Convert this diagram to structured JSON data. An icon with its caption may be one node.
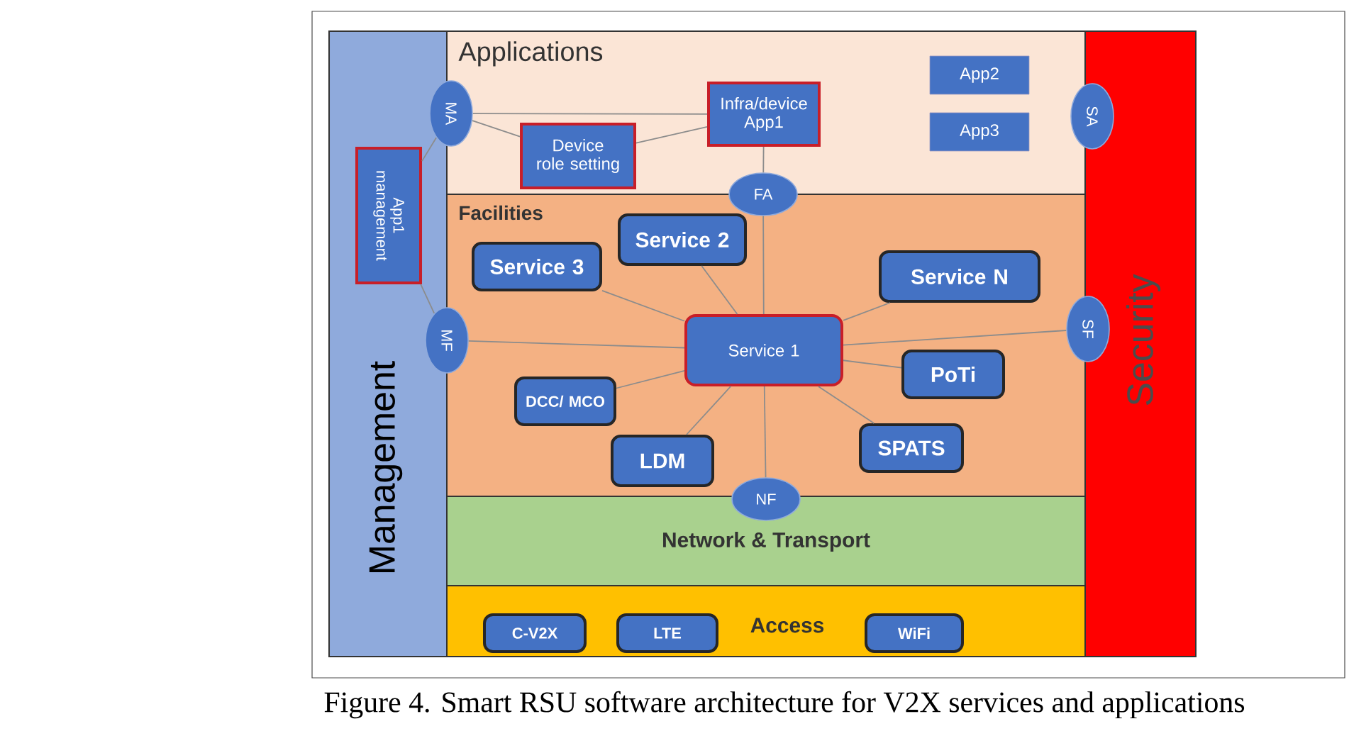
{
  "diagram": {
    "caption": "Figure 4. Smart RSU software architecture for V2X services and applications",
    "nodes": [
      {
        "text": [
          "Management"
        ]
      },
      {
        "text": [
          "Applications"
        ]
      },
      {
        "text": [
          "MA"
        ]
      },
      {
        "text": [
          "Infra/device App1"
        ],
        "in": 1
      },
      {
        "text": [
          "App2"
        ],
        "in": 1
      },
      {
        "text": [
          "App3"
        ],
        "in": 1
      },
      {
        "text": [
          "SA"
        ]
      },
      {
        "text": [
          "Device role setting"
        ],
        "in": 1
      },
      {
        "text": [
          "App1 management"
        ],
        "in": 0
      },
      {
        "text": [
          "FA"
        ]
      },
      {
        "text": [
          "Facilities"
        ]
      },
      {
        "text": [
          "Service 2"
        ],
        "in": 10
      },
      {
        "text": [
          "Service 3"
        ],
        "in": 10
      },
      {
        "text": [
          "Service N"
        ],
        "in": 10
      },
      {
        "text": [
          "MF"
        ]
      },
      {
        "text": [
          "Service 1"
        ],
        "in": 10
      },
      {
        "text": [
          "SF"
        ]
      },
      {
        "text": [
          "DCC/ MCO"
        ],
        "in": 10
      },
      {
        "text": [
          "PoTi"
        ],
        "in": 10
      },
      {
        "text": [
          "SPATS"
        ],
        "in": 10
      },
      {
        "text": [
          "LDM"
        ],
        "in": 10
      },
      {
        "text": [
          "NF"
        ]
      },
      {
        "text": [
          "Network & Transport"
        ]
      },
      {
        "text": [
          "Access"
        ]
      },
      {
        "text": [
          "C-V2X"
        ],
        "in": 23
      },
      {
        "text": [
          "LTE"
        ],
        "in": 23
      },
      {
        "text": [
          "WiFi"
        ],
        "in": 23
      },
      {
        "text": [
          "Security"
        ]
      }
    ],
    "edges": [
      {
        "from": 2,
        "to": 8,
        "arrow": "none"
      },
      {
        "from": 2,
        "to": 3,
        "arrow": "none"
      },
      {
        "from": 2,
        "to": 7,
        "arrow": "none"
      },
      {
        "from": 7,
        "to": 3,
        "arrow": "none"
      },
      {
        "from": 3,
        "to": 9,
        "arrow": "none"
      },
      {
        "from": 8,
        "to": 14,
        "arrow": "none"
      },
      {
        "from": 14,
        "to": 15,
        "arrow": "none"
      },
      {
        "from": 9,
        "to": 15,
        "arrow": "none"
      },
      {
        "from": 15,
        "to": 12,
        "arrow": "none"
      },
      {
        "from": 15,
        "to": 11,
        "arrow": "none"
      },
      {
        "from": 15,
        "to": 13,
        "arrow": "none"
      },
      {
        "from": 15,
        "to": 16,
        "arrow": "none"
      },
      {
        "from": 15,
        "to": 18,
        "arrow": "none"
      },
      {
        "from": 15,
        "to": 19,
        "arrow": "none"
      },
      {
        "from": 15,
        "to": 20,
        "arrow": "none"
      },
      {
        "from": 15,
        "to": 17,
        "arrow": "none"
      },
      {
        "from": 15,
        "to": 21,
        "arrow": "none"
      }
    ]
  }
}
